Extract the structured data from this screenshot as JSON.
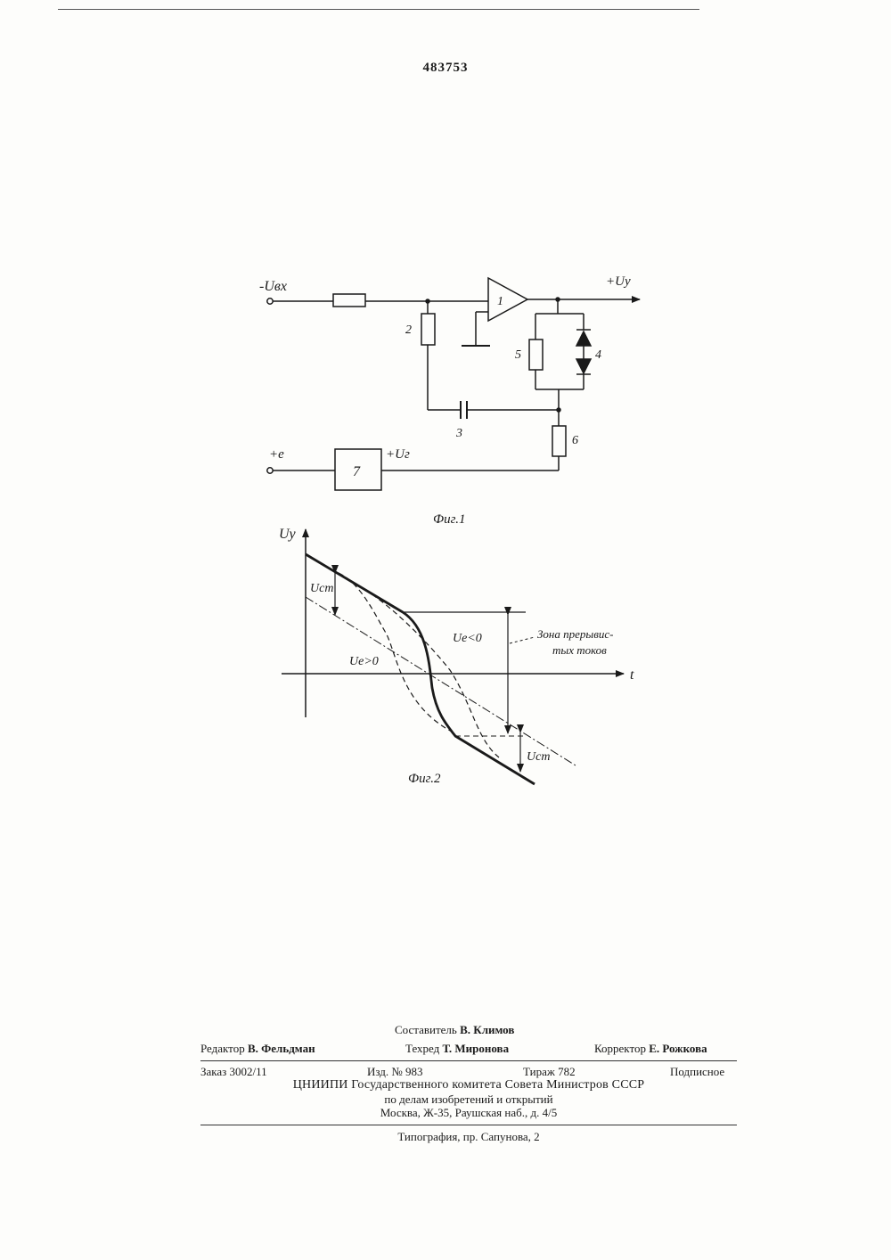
{
  "patent_number": "483753",
  "figure1": {
    "input_label": "-Uвх",
    "output_label": "+Uy",
    "e_label": "+e",
    "ug_label": "+Uг",
    "block7": "7",
    "opamp": "1",
    "parts": {
      "p2": "2",
      "p3": "3",
      "p4": "4",
      "p5": "5",
      "p6": "6"
    },
    "caption": "Фиг.1"
  },
  "figure2": {
    "y_axis": "Uy",
    "x_axis": "t",
    "ucm_top": "Uст",
    "ucm_bottom": "Uст",
    "ue_neg": "Uе<0",
    "ue_pos": "Uе>0",
    "zone_line1": "Зона прерывис-",
    "zone_line2": "тых токов",
    "caption": "Фиг.2"
  },
  "imprint": {
    "compiler_label": "Составитель",
    "compiler_name": "В. Климов",
    "editor_label": "Редактор",
    "editor_name": "В. Фельдман",
    "techred_label": "Техред",
    "techred_name": "Т. Миронова",
    "corrector_label": "Корректор",
    "corrector_name": "Е. Рожкова",
    "order": "Заказ 3002/11",
    "issue": "Изд. № 983",
    "circulation": "Тираж 782",
    "subscription": "Подписное",
    "org_line1": "ЦНИИПИ Государственного комитета Совета Министров СССР",
    "org_line2": "по делам изобретений и открытий",
    "org_line3": "Москва, Ж-35, Раушская наб., д. 4/5",
    "printer": "Типография, пр. Сапунова, 2"
  }
}
